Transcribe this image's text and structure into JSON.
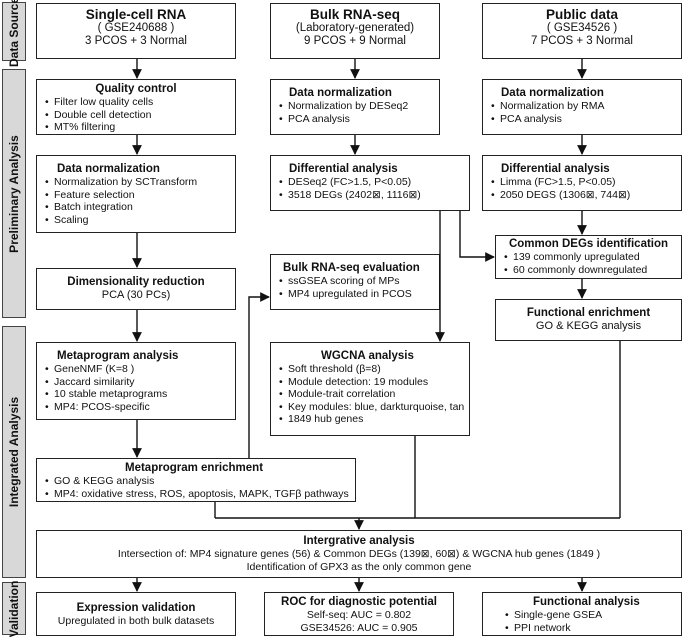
{
  "sections": {
    "data_source": "Data Source",
    "preliminary": "Preliminary Analysis",
    "integrated": "Integrated Analysis",
    "validation": "Validation"
  },
  "sources": {
    "single_cell": {
      "title": "Single-cell RNA",
      "sub": "( GSE240688 )",
      "samples": "3 PCOS + 3 Normal"
    },
    "bulk": {
      "title": "Bulk RNA-seq",
      "sub": "(Laboratory-generated)",
      "samples": "9 PCOS + 9 Normal"
    },
    "public": {
      "title": "Public data",
      "sub": "( GSE34526 )",
      "samples": "7 PCOS + 3 Normal"
    }
  },
  "qc": {
    "title": "Quality control",
    "items": [
      "Filter low quality cells",
      "Double cell detection",
      "MT% filtering"
    ]
  },
  "bulk_norm": {
    "title": "Data normalization",
    "items": [
      "Normalization by DESeq2",
      "PCA analysis"
    ]
  },
  "public_norm": {
    "title": "Data normalization",
    "items": [
      "Normalization by RMA",
      "PCA analysis"
    ]
  },
  "sc_norm": {
    "title": "Data normalization",
    "items": [
      "Normalization by SCTransform",
      "Feature selection",
      "Batch integration",
      "Scaling"
    ]
  },
  "bulk_diff": {
    "title": "Differential analysis",
    "items": [
      "DESeq2 (FC>1.5, P<0.05)",
      "3518 DEGs (2402⊠, 1116⊠)"
    ]
  },
  "public_diff": {
    "title": "Differential analysis",
    "items": [
      "Limma (FC>1.5, P<0.05)",
      "2050 DEGS (1306⊠, 744⊠)"
    ]
  },
  "common_degs": {
    "title": "Common DEGs identification",
    "items": [
      "139 commonly upregulated",
      "60 commonly downregulated"
    ]
  },
  "dim_red": {
    "title": "Dimensionality reduction",
    "sub": "PCA (30 PCs)"
  },
  "bulk_eval": {
    "title": "Bulk RNA-seq evaluation",
    "items": [
      "ssGSEA scoring of MPs",
      "MP4 upregulated in PCOS"
    ]
  },
  "func_enrich": {
    "title": "Functional enrichment",
    "sub": "GO & KEGG analysis"
  },
  "metaprogram": {
    "title": "Metaprogram analysis",
    "items": [
      "GeneNMF (K=8 )",
      "Jaccard similarity",
      "10 stable metaprograms",
      "MP4: PCOS-specific"
    ]
  },
  "wgcna": {
    "title": "WGCNA analysis",
    "items": [
      "Soft threshold (β=8)",
      "Module detection: 19 modules",
      "Module-trait correlation",
      "Key modules: blue, darkturquoise, tan",
      "1849 hub genes"
    ]
  },
  "mp_enrich": {
    "title": "Metaprogram enrichment",
    "items": [
      "GO & KEGG analysis",
      "MP4: oxidative stress, ROS, apoptosis, MAPK, TGFβ pathways"
    ]
  },
  "integrative": {
    "title": "Intergrative analysis",
    "line1": "Intersection of: MP4 signature genes (56) & Common DEGs (139⊠, 60⊠) & WGCNA hub genes (1849 )",
    "line2": "Identification of GPX3 as the only common gene"
  },
  "expr_val": {
    "title": "Expression validation",
    "sub": "Upregulated in both bulk datasets"
  },
  "roc": {
    "title": "ROC for diagnostic potential",
    "line1": "Self-seq: AUC = 0.802",
    "line2": "GSE34526: AUC = 0.905"
  },
  "func_analysis": {
    "title": "Functional analysis",
    "items": [
      "Single-gene GSEA",
      "PPI network"
    ]
  }
}
